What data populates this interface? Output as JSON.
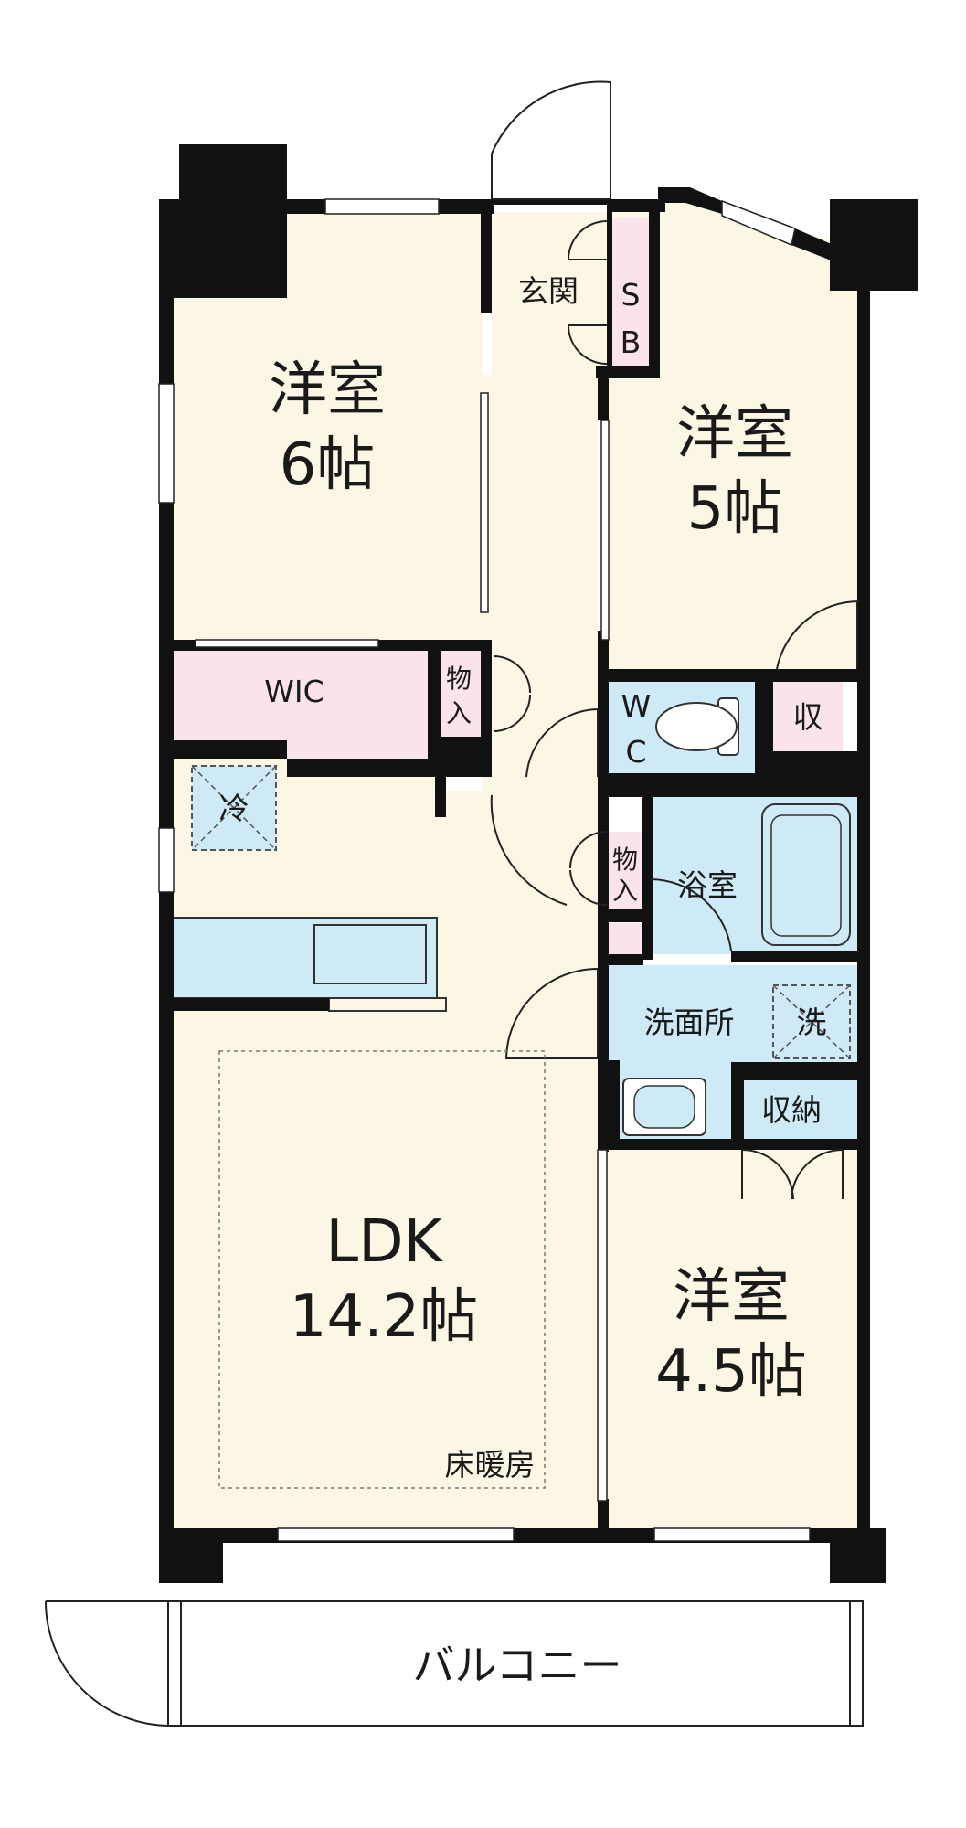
{
  "floor_plan": {
    "rooms": {
      "bedroom_6": {
        "name": "洋室",
        "size": "6帖"
      },
      "bedroom_5": {
        "name": "洋室",
        "size": "5帖"
      },
      "bedroom_45": {
        "name": "洋室",
        "size": "4.5帖"
      },
      "ldk": {
        "name": "LDK",
        "size": "14.2帖"
      },
      "entrance": "玄関",
      "shoe_box": [
        "S",
        "B"
      ],
      "wic": "WIC",
      "storage_1": [
        "物",
        "入"
      ],
      "storage_2": [
        "物",
        "入"
      ],
      "toilet": [
        "W",
        "C"
      ],
      "closet_small": "収",
      "bathroom": "浴室",
      "washroom": "洗面所",
      "washer": "洗",
      "refrigerator": "冷",
      "storage_closet": "収納",
      "floor_heating": "床暖房",
      "balcony": "バルコニー"
    },
    "colors": {
      "living": "#fcf6e4",
      "storage": "#fbe3ec",
      "wet": "#cfeaf7",
      "wall": "#111111"
    }
  }
}
